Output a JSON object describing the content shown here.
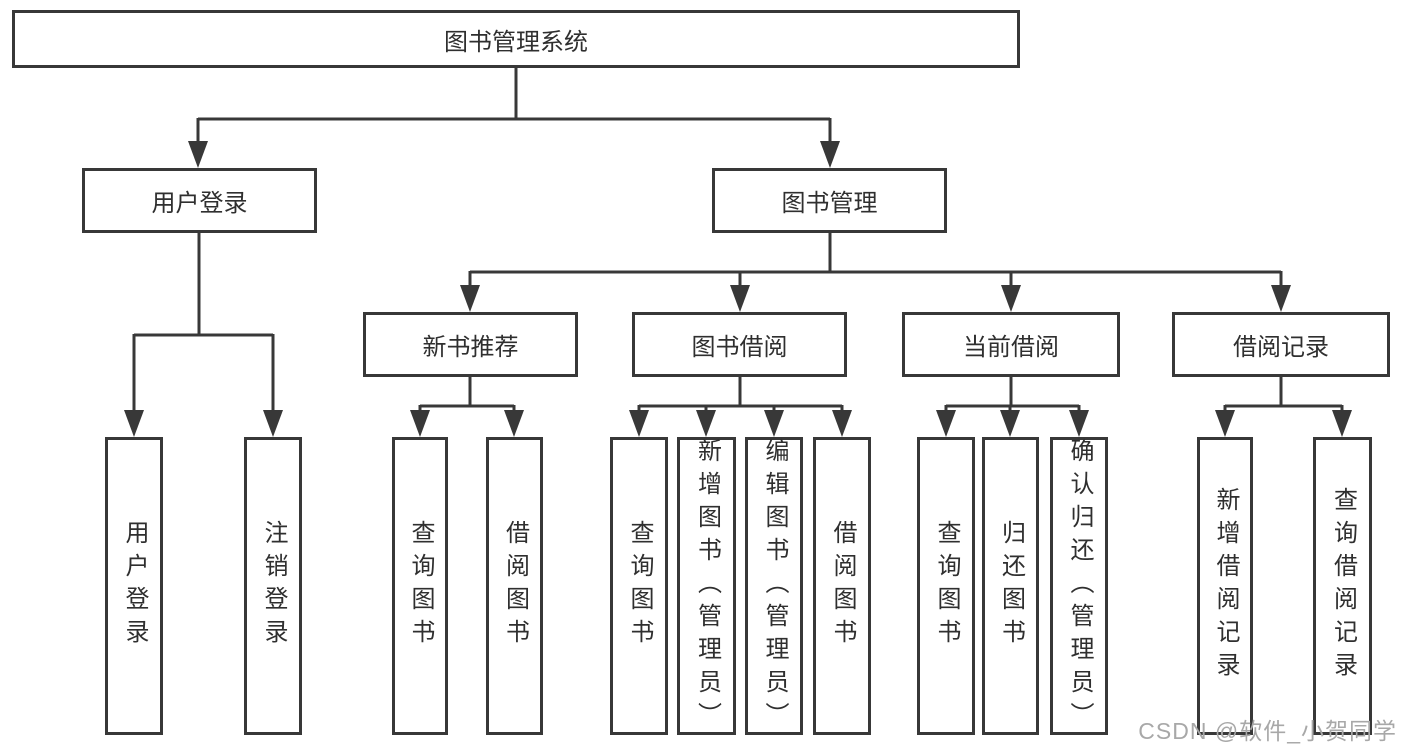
{
  "diagram": {
    "title": "图书管理系统",
    "branches": [
      {
        "label": "用户登录",
        "children": [
          {
            "label": "用户登录"
          },
          {
            "label": "注销登录"
          }
        ]
      },
      {
        "label": "图书管理",
        "children": [
          {
            "label": "新书推荐",
            "children": [
              {
                "label": "查询图书"
              },
              {
                "label": "借阅图书"
              }
            ]
          },
          {
            "label": "图书借阅",
            "children": [
              {
                "label": "查询图书"
              },
              {
                "label": "新增图书（管理员）"
              },
              {
                "label": "编辑图书（管理员）"
              },
              {
                "label": "借阅图书"
              }
            ]
          },
          {
            "label": "当前借阅",
            "children": [
              {
                "label": "查询图书"
              },
              {
                "label": "归还图书"
              },
              {
                "label": "确认归还（管理员）"
              }
            ]
          },
          {
            "label": "借阅记录",
            "children": [
              {
                "label": "新增借阅记录"
              },
              {
                "label": "查询借阅记录"
              }
            ]
          }
        ]
      }
    ]
  },
  "watermark": {
    "text": "CSDN @软件_小贺同学"
  },
  "colors": {
    "line": "#383838",
    "box_border": "#383838",
    "text": "#2f2f2f",
    "watermark_text": "#a8a8a8",
    "background": "#ffffff"
  }
}
